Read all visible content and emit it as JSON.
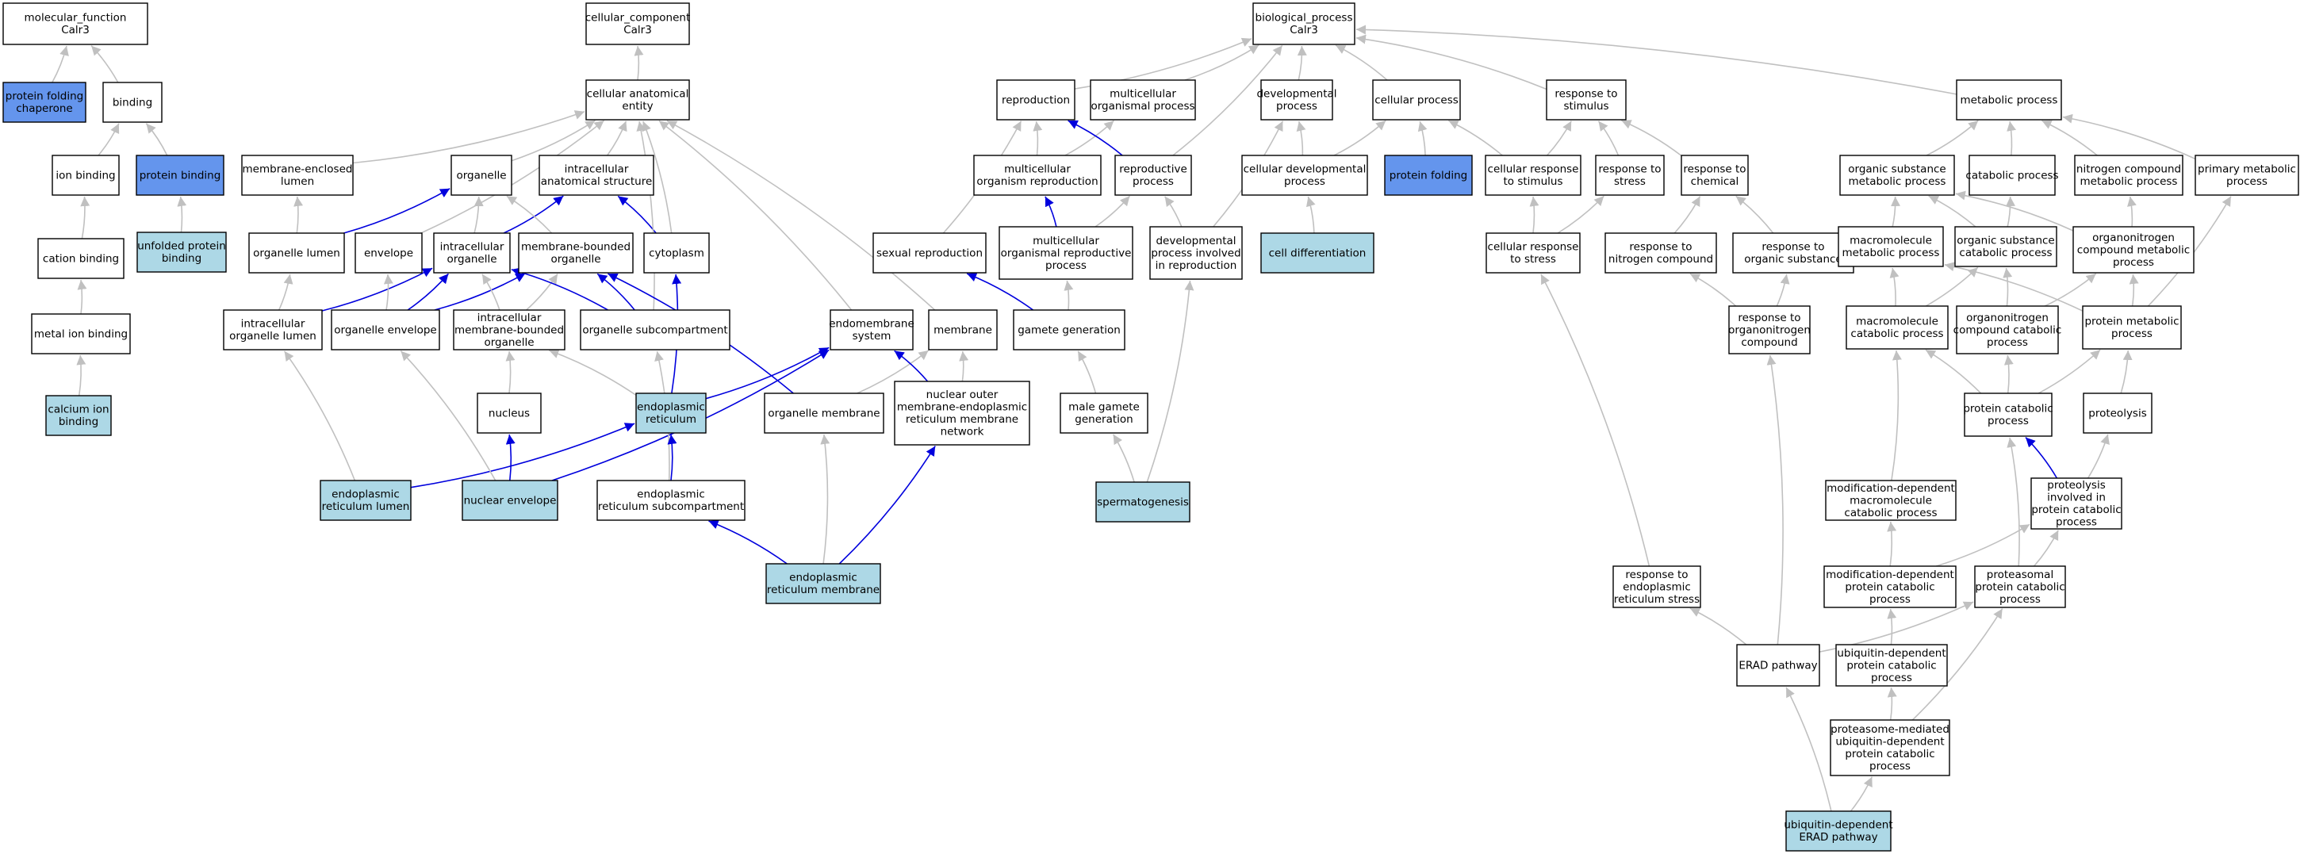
{
  "colors": {
    "plain": "#ffffff",
    "light": "#add8e6",
    "dark": "#6495ed",
    "edge_gray": "#c0c0c0",
    "edge_blue": "#0000dd"
  },
  "graph": {
    "nodes": [
      {
        "id": "mf",
        "lines": [
          "molecular_function",
          "Calr3"
        ],
        "fill": "plain"
      },
      {
        "id": "pfc",
        "lines": [
          "protein folding",
          "chaperone"
        ],
        "fill": "dark"
      },
      {
        "id": "binding",
        "lines": [
          "binding"
        ],
        "fill": "plain"
      },
      {
        "id": "ionb",
        "lines": [
          "ion binding"
        ],
        "fill": "plain"
      },
      {
        "id": "protb",
        "lines": [
          "protein binding"
        ],
        "fill": "dark"
      },
      {
        "id": "cationb",
        "lines": [
          "cation binding"
        ],
        "fill": "plain"
      },
      {
        "id": "unfb",
        "lines": [
          "unfolded protein",
          "binding"
        ],
        "fill": "light"
      },
      {
        "id": "metalb",
        "lines": [
          "metal ion binding"
        ],
        "fill": "plain"
      },
      {
        "id": "calb",
        "lines": [
          "calcium ion",
          "binding"
        ],
        "fill": "light"
      },
      {
        "id": "cc",
        "lines": [
          "cellular_component",
          "Calr3"
        ],
        "fill": "plain"
      },
      {
        "id": "cae",
        "lines": [
          "cellular anatomical",
          "entity"
        ],
        "fill": "plain"
      },
      {
        "id": "mel",
        "lines": [
          "membrane-enclosed",
          "lumen"
        ],
        "fill": "plain"
      },
      {
        "id": "organelle",
        "lines": [
          "organelle"
        ],
        "fill": "plain"
      },
      {
        "id": "ias",
        "lines": [
          "intracellular",
          "anatomical structure"
        ],
        "fill": "plain"
      },
      {
        "id": "olumen",
        "lines": [
          "organelle lumen"
        ],
        "fill": "plain"
      },
      {
        "id": "envelope",
        "lines": [
          "envelope"
        ],
        "fill": "plain"
      },
      {
        "id": "io",
        "lines": [
          "intracellular",
          "organelle"
        ],
        "fill": "plain"
      },
      {
        "id": "mbo",
        "lines": [
          "membrane-bounded",
          "organelle"
        ],
        "fill": "plain"
      },
      {
        "id": "cytoplasm",
        "lines": [
          "cytoplasm"
        ],
        "fill": "plain"
      },
      {
        "id": "iol",
        "lines": [
          "intracellular",
          "organelle lumen"
        ],
        "fill": "plain"
      },
      {
        "id": "oenv",
        "lines": [
          "organelle envelope"
        ],
        "fill": "plain"
      },
      {
        "id": "imbo",
        "lines": [
          "intracellular",
          "membrane-bounded",
          "organelle"
        ],
        "fill": "plain"
      },
      {
        "id": "osub",
        "lines": [
          "organelle subcompartment"
        ],
        "fill": "plain"
      },
      {
        "id": "endosys",
        "lines": [
          "endomembrane",
          "system"
        ],
        "fill": "plain"
      },
      {
        "id": "membrane",
        "lines": [
          "membrane"
        ],
        "fill": "plain"
      },
      {
        "id": "nucleus",
        "lines": [
          "nucleus"
        ],
        "fill": "plain"
      },
      {
        "id": "er",
        "lines": [
          "endoplasmic",
          "reticulum"
        ],
        "fill": "light"
      },
      {
        "id": "omem",
        "lines": [
          "organelle membrane"
        ],
        "fill": "plain"
      },
      {
        "id": "nomer",
        "lines": [
          "nuclear outer",
          "membrane-endoplasmic",
          "reticulum membrane",
          "network"
        ],
        "fill": "plain"
      },
      {
        "id": "erl",
        "lines": [
          "endoplasmic",
          "reticulum lumen"
        ],
        "fill": "light"
      },
      {
        "id": "nenv",
        "lines": [
          "nuclear envelope"
        ],
        "fill": "light"
      },
      {
        "id": "ersub",
        "lines": [
          "endoplasmic",
          "reticulum subcompartment"
        ],
        "fill": "plain"
      },
      {
        "id": "erm",
        "lines": [
          "endoplasmic",
          "reticulum membrane"
        ],
        "fill": "light"
      },
      {
        "id": "bp",
        "lines": [
          "biological_process",
          "Calr3"
        ],
        "fill": "plain"
      },
      {
        "id": "repro",
        "lines": [
          "reproduction"
        ],
        "fill": "plain"
      },
      {
        "id": "mop",
        "lines": [
          "multicellular",
          "organismal process"
        ],
        "fill": "plain"
      },
      {
        "id": "devp",
        "lines": [
          "developmental",
          "process"
        ],
        "fill": "plain"
      },
      {
        "id": "cellp",
        "lines": [
          "cellular process"
        ],
        "fill": "plain"
      },
      {
        "id": "rts",
        "lines": [
          "response to",
          "stimulus"
        ],
        "fill": "plain"
      },
      {
        "id": "metp",
        "lines": [
          "metabolic process"
        ],
        "fill": "plain"
      },
      {
        "id": "mor",
        "lines": [
          "multicellular",
          "organism reproduction"
        ],
        "fill": "plain"
      },
      {
        "id": "rp",
        "lines": [
          "reproductive",
          "process"
        ],
        "fill": "plain"
      },
      {
        "id": "cdp",
        "lines": [
          "cellular developmental",
          "process"
        ],
        "fill": "plain"
      },
      {
        "id": "pf",
        "lines": [
          "protein folding"
        ],
        "fill": "dark"
      },
      {
        "id": "crts",
        "lines": [
          "cellular response",
          "to stimulus"
        ],
        "fill": "plain"
      },
      {
        "id": "rtstress",
        "lines": [
          "response to",
          "stress"
        ],
        "fill": "plain"
      },
      {
        "id": "rtc",
        "lines": [
          "response to",
          "chemical"
        ],
        "fill": "plain"
      },
      {
        "id": "osmp",
        "lines": [
          "organic substance",
          "metabolic process"
        ],
        "fill": "plain"
      },
      {
        "id": "catp",
        "lines": [
          "catabolic process"
        ],
        "fill": "plain"
      },
      {
        "id": "ncmp",
        "lines": [
          "nitrogen compound",
          "metabolic process"
        ],
        "fill": "plain"
      },
      {
        "id": "pmp",
        "lines": [
          "primary metabolic",
          "process"
        ],
        "fill": "plain"
      },
      {
        "id": "sexrep",
        "lines": [
          "sexual reproduction"
        ],
        "fill": "plain"
      },
      {
        "id": "morp",
        "lines": [
          "multicellular",
          "organismal reproductive",
          "process"
        ],
        "fill": "plain"
      },
      {
        "id": "dpir",
        "lines": [
          "developmental",
          "process involved",
          "in reproduction"
        ],
        "fill": "plain"
      },
      {
        "id": "celldiff",
        "lines": [
          "cell differentiation"
        ],
        "fill": "light"
      },
      {
        "id": "crstress",
        "lines": [
          "cellular response",
          "to stress"
        ],
        "fill": "plain"
      },
      {
        "id": "rtnc",
        "lines": [
          "response to",
          "nitrogen compound"
        ],
        "fill": "plain"
      },
      {
        "id": "rtos",
        "lines": [
          "response to",
          "organic substance"
        ],
        "fill": "plain"
      },
      {
        "id": "mmp",
        "lines": [
          "macromolecule",
          "metabolic process"
        ],
        "fill": "plain"
      },
      {
        "id": "oscp",
        "lines": [
          "organic substance",
          "catabolic process"
        ],
        "fill": "plain"
      },
      {
        "id": "oncmp",
        "lines": [
          "organonitrogen",
          "compound metabolic",
          "process"
        ],
        "fill": "plain"
      },
      {
        "id": "gamgen",
        "lines": [
          "gamete generation"
        ],
        "fill": "plain"
      },
      {
        "id": "rtonc",
        "lines": [
          "response to",
          "organonitrogen",
          "compound"
        ],
        "fill": "plain"
      },
      {
        "id": "mcp",
        "lines": [
          "macromolecule",
          "catabolic process"
        ],
        "fill": "plain"
      },
      {
        "id": "onccp",
        "lines": [
          "organonitrogen",
          "compound catabolic",
          "process"
        ],
        "fill": "plain"
      },
      {
        "id": "protmp",
        "lines": [
          "protein metabolic",
          "process"
        ],
        "fill": "plain"
      },
      {
        "id": "mgg",
        "lines": [
          "male gamete",
          "generation"
        ],
        "fill": "plain"
      },
      {
        "id": "pcp",
        "lines": [
          "protein catabolic",
          "process"
        ],
        "fill": "plain"
      },
      {
        "id": "proteolysis",
        "lines": [
          "proteolysis"
        ],
        "fill": "plain"
      },
      {
        "id": "sperm",
        "lines": [
          "spermatogenesis"
        ],
        "fill": "light"
      },
      {
        "id": "mdmcp",
        "lines": [
          "modification-dependent",
          "macromolecule",
          "catabolic process"
        ],
        "fill": "plain"
      },
      {
        "id": "pipcp",
        "lines": [
          "proteolysis",
          "involved in",
          "protein catabolic",
          "process"
        ],
        "fill": "plain"
      },
      {
        "id": "rters",
        "lines": [
          "response to",
          "endoplasmic",
          "reticulum stress"
        ],
        "fill": "plain"
      },
      {
        "id": "mdpcp",
        "lines": [
          "modification-dependent",
          "protein catabolic",
          "process"
        ],
        "fill": "plain"
      },
      {
        "id": "proteasomal",
        "lines": [
          "proteasomal",
          "protein catabolic",
          "process"
        ],
        "fill": "plain"
      },
      {
        "id": "erad",
        "lines": [
          "ERAD pathway"
        ],
        "fill": "plain"
      },
      {
        "id": "udpcp",
        "lines": [
          "ubiquitin-dependent",
          "protein catabolic",
          "process"
        ],
        "fill": "plain"
      },
      {
        "id": "pmudpcp",
        "lines": [
          "proteasome-mediated",
          "ubiquitin-dependent",
          "protein catabolic",
          "process"
        ],
        "fill": "plain"
      },
      {
        "id": "uderad",
        "lines": [
          "ubiquitin-dependent",
          "ERAD pathway"
        ],
        "fill": "light"
      }
    ],
    "edges": [
      [
        "pfc",
        "mf",
        "gray"
      ],
      [
        "binding",
        "mf",
        "gray"
      ],
      [
        "ionb",
        "binding",
        "gray"
      ],
      [
        "protb",
        "binding",
        "gray"
      ],
      [
        "cationb",
        "ionb",
        "gray"
      ],
      [
        "unfb",
        "protb",
        "gray"
      ],
      [
        "metalb",
        "cationb",
        "gray"
      ],
      [
        "calb",
        "metalb",
        "gray"
      ],
      [
        "cae",
        "cc",
        "gray"
      ],
      [
        "mel",
        "cae",
        "gray"
      ],
      [
        "organelle",
        "cae",
        "gray"
      ],
      [
        "ias",
        "cae",
        "gray"
      ],
      [
        "olumen",
        "mel",
        "gray"
      ],
      [
        "olumen",
        "organelle",
        "blue"
      ],
      [
        "envelope",
        "cae",
        "gray"
      ],
      [
        "io",
        "organelle",
        "gray"
      ],
      [
        "io",
        "ias",
        "blue"
      ],
      [
        "mbo",
        "organelle",
        "gray"
      ],
      [
        "cytoplasm",
        "ias",
        "blue"
      ],
      [
        "cytoplasm",
        "cae",
        "gray"
      ],
      [
        "iol",
        "olumen",
        "gray"
      ],
      [
        "iol",
        "io",
        "blue"
      ],
      [
        "oenv",
        "envelope",
        "gray"
      ],
      [
        "oenv",
        "io",
        "blue"
      ],
      [
        "oenv",
        "mbo",
        "blue"
      ],
      [
        "imbo",
        "io",
        "gray"
      ],
      [
        "imbo",
        "mbo",
        "gray"
      ],
      [
        "osub",
        "io",
        "blue"
      ],
      [
        "osub",
        "mbo",
        "blue"
      ],
      [
        "osub",
        "cae",
        "gray"
      ],
      [
        "endosys",
        "cae",
        "gray"
      ],
      [
        "membrane",
        "cae",
        "gray"
      ],
      [
        "nucleus",
        "imbo",
        "gray"
      ],
      [
        "er",
        "imbo",
        "gray"
      ],
      [
        "er",
        "cytoplasm",
        "blue"
      ],
      [
        "er",
        "endosys",
        "blue"
      ],
      [
        "omem",
        "membrane",
        "gray"
      ],
      [
        "omem",
        "mbo",
        "blue"
      ],
      [
        "nomer",
        "membrane",
        "gray"
      ],
      [
        "nomer",
        "endosys",
        "blue"
      ],
      [
        "erl",
        "iol",
        "gray"
      ],
      [
        "erl",
        "er",
        "blue"
      ],
      [
        "nenv",
        "oenv",
        "gray"
      ],
      [
        "nenv",
        "nucleus",
        "blue"
      ],
      [
        "nenv",
        "endosys",
        "blue"
      ],
      [
        "ersub",
        "osub",
        "gray"
      ],
      [
        "ersub",
        "er",
        "blue"
      ],
      [
        "erm",
        "omem",
        "gray"
      ],
      [
        "erm",
        "ersub",
        "blue"
      ],
      [
        "erm",
        "nomer",
        "blue"
      ],
      [
        "repro",
        "bp",
        "gray"
      ],
      [
        "mop",
        "bp",
        "gray"
      ],
      [
        "devp",
        "bp",
        "gray"
      ],
      [
        "cellp",
        "bp",
        "gray"
      ],
      [
        "rts",
        "bp",
        "gray"
      ],
      [
        "metp",
        "bp",
        "gray"
      ],
      [
        "mor",
        "repro",
        "gray"
      ],
      [
        "mor",
        "mop",
        "gray"
      ],
      [
        "rp",
        "repro",
        "blue"
      ],
      [
        "rp",
        "bp",
        "gray"
      ],
      [
        "cdp",
        "devp",
        "gray"
      ],
      [
        "cdp",
        "cellp",
        "gray"
      ],
      [
        "pf",
        "cellp",
        "gray"
      ],
      [
        "crts",
        "rts",
        "gray"
      ],
      [
        "crts",
        "cellp",
        "gray"
      ],
      [
        "rtstress",
        "rts",
        "gray"
      ],
      [
        "rtc",
        "rts",
        "gray"
      ],
      [
        "osmp",
        "metp",
        "gray"
      ],
      [
        "catp",
        "metp",
        "gray"
      ],
      [
        "ncmp",
        "metp",
        "gray"
      ],
      [
        "pmp",
        "metp",
        "gray"
      ],
      [
        "sexrep",
        "repro",
        "gray"
      ],
      [
        "morp",
        "mor",
        "blue"
      ],
      [
        "morp",
        "rp",
        "gray"
      ],
      [
        "dpir",
        "rp",
        "gray"
      ],
      [
        "dpir",
        "devp",
        "gray"
      ],
      [
        "celldiff",
        "cdp",
        "gray"
      ],
      [
        "crstress",
        "crts",
        "gray"
      ],
      [
        "crstress",
        "rtstress",
        "gray"
      ],
      [
        "rtnc",
        "rtc",
        "gray"
      ],
      [
        "rtos",
        "rtc",
        "gray"
      ],
      [
        "mmp",
        "osmp",
        "gray"
      ],
      [
        "oscp",
        "osmp",
        "gray"
      ],
      [
        "oscp",
        "catp",
        "gray"
      ],
      [
        "oncmp",
        "osmp",
        "gray"
      ],
      [
        "oncmp",
        "ncmp",
        "gray"
      ],
      [
        "gamgen",
        "sexrep",
        "blue"
      ],
      [
        "gamgen",
        "morp",
        "gray"
      ],
      [
        "rtonc",
        "rtnc",
        "gray"
      ],
      [
        "rtonc",
        "rtos",
        "gray"
      ],
      [
        "mcp",
        "mmp",
        "gray"
      ],
      [
        "mcp",
        "oscp",
        "gray"
      ],
      [
        "onccp",
        "oscp",
        "gray"
      ],
      [
        "onccp",
        "oncmp",
        "gray"
      ],
      [
        "protmp",
        "mmp",
        "gray"
      ],
      [
        "protmp",
        "oncmp",
        "gray"
      ],
      [
        "protmp",
        "pmp",
        "gray"
      ],
      [
        "mgg",
        "gamgen",
        "gray"
      ],
      [
        "pcp",
        "mcp",
        "gray"
      ],
      [
        "pcp",
        "onccp",
        "gray"
      ],
      [
        "pcp",
        "protmp",
        "gray"
      ],
      [
        "proteolysis",
        "protmp",
        "gray"
      ],
      [
        "sperm",
        "mgg",
        "gray"
      ],
      [
        "sperm",
        "dpir",
        "gray"
      ],
      [
        "mdmcp",
        "mcp",
        "gray"
      ],
      [
        "pipcp",
        "pcp",
        "blue"
      ],
      [
        "pipcp",
        "proteolysis",
        "gray"
      ],
      [
        "rters",
        "crstress",
        "gray"
      ],
      [
        "mdpcp",
        "mdmcp",
        "gray"
      ],
      [
        "mdpcp",
        "pipcp",
        "gray"
      ],
      [
        "proteasomal",
        "pcp",
        "gray"
      ],
      [
        "proteasomal",
        "pipcp",
        "gray"
      ],
      [
        "erad",
        "rters",
        "gray"
      ],
      [
        "erad",
        "rtonc",
        "gray"
      ],
      [
        "erad",
        "proteasomal",
        "gray"
      ],
      [
        "udpcp",
        "mdpcp",
        "gray"
      ],
      [
        "pmudpcp",
        "udpcp",
        "gray"
      ],
      [
        "pmudpcp",
        "proteasomal",
        "gray"
      ],
      [
        "uderad",
        "pmudpcp",
        "gray"
      ],
      [
        "uderad",
        "erad",
        "gray"
      ]
    ]
  }
}
